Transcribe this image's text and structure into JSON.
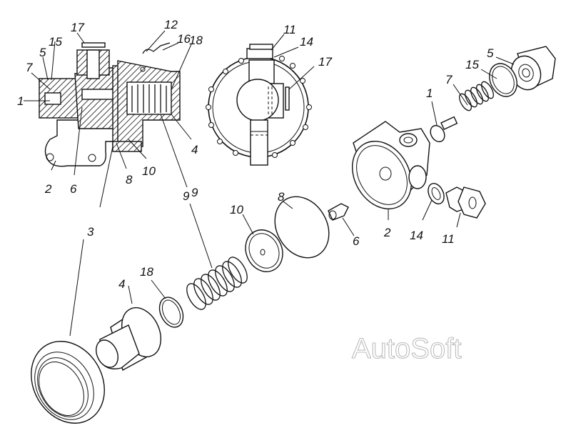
{
  "figure": {
    "watermark": "AutoSoft",
    "sectional_view_labels": [
      "17",
      "12",
      "16",
      "15",
      "5",
      "7",
      "18",
      "1",
      "4",
      "2",
      "6",
      "8",
      "10",
      "9",
      "3"
    ],
    "end_view_labels": [
      "11",
      "14",
      "17"
    ],
    "exploded_view_labels": {
      "upper": [
        "5",
        "15",
        "7",
        "1",
        "6",
        "2",
        "14",
        "11",
        "8",
        "10",
        "9"
      ],
      "lower": [
        "3",
        "4",
        "18"
      ]
    }
  }
}
